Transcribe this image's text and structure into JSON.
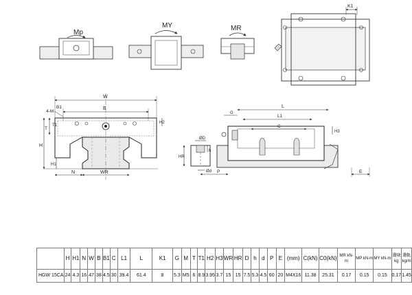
{
  "moment_views": {
    "mp_label": "Mp",
    "my_label": "MY",
    "mr_label": "MR"
  },
  "top_right_view": {
    "k1_label": "K1"
  },
  "front_view": {
    "labels": {
      "w": "W",
      "b": "B",
      "four_m": "4-M",
      "b1": "B1",
      "t1": "T1",
      "t": "T",
      "h2": "H2",
      "h": "H",
      "h1": "H1",
      "n": "N",
      "wr": "WR"
    }
  },
  "side_view": {
    "labels": {
      "g": "G",
      "l": "L",
      "l1": "L1",
      "c": "C",
      "h3": "H3",
      "phi_d_upper": "ØD",
      "hr": "HR",
      "h_small": "h",
      "phi_d_lower": "Ød",
      "p": "P",
      "e": "E"
    }
  },
  "spec_table": {
    "headers": [
      "H",
      "H1",
      "N",
      "W",
      "B",
      "B1",
      "C",
      "L1",
      "L",
      "K1",
      "G",
      "M",
      "T",
      "T1",
      "H2",
      "H3",
      "WR",
      "HR",
      "D",
      "h",
      "d",
      "P",
      "E",
      "(mm)",
      "C(kN)",
      "C0(kN)",
      "MR kN-m",
      "MP kN-m",
      "MY kN-m",
      "滑块 kg",
      "滑轨 kg/m"
    ],
    "rows": [
      {
        "model": "HGW 15CA",
        "values": [
          "24",
          "4.3",
          "16",
          "47",
          "38",
          "4.5",
          "30",
          "39.4",
          "61.4",
          "8",
          "5.3",
          "M5",
          "6",
          "8.9",
          "3.95",
          "3.7",
          "15",
          "15",
          "7.5",
          "5.3",
          "4.5",
          "60",
          "20",
          "M4X16",
          "11.38",
          "25.31",
          "0.17",
          "0.15",
          "0.15",
          "0.17",
          "1.45"
        ]
      }
    ]
  }
}
